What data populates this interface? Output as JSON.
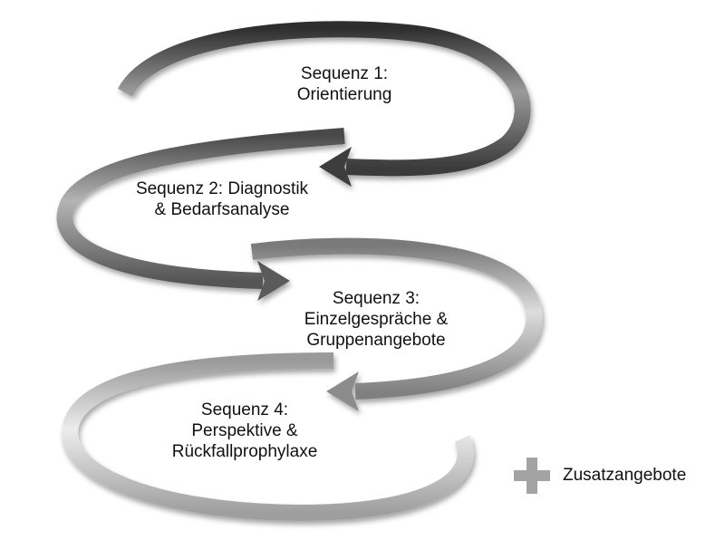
{
  "sequences": [
    {
      "lines": [
        "Sequenz 1:",
        "Orientierung"
      ]
    },
    {
      "lines": [
        "Sequenz 2: Diagnostik",
        "& Bedarfsanalyse"
      ]
    },
    {
      "lines": [
        "Sequenz 3:",
        "Einzelgespräche &",
        "Gruppenangebote"
      ]
    },
    {
      "lines": [
        "Sequenz 4:",
        "Perspektive &",
        "Rückfallprophylaxe"
      ]
    }
  ],
  "legend": {
    "icon": "plus-icon",
    "label": "Zusatzangebote"
  },
  "colors": {
    "arrow_dark": "#4a4a4a",
    "arrow_mid": "#7a7a7a",
    "arrow_light": "#bdbdbd",
    "plus": "#a3a3a3",
    "text": "#111111"
  }
}
